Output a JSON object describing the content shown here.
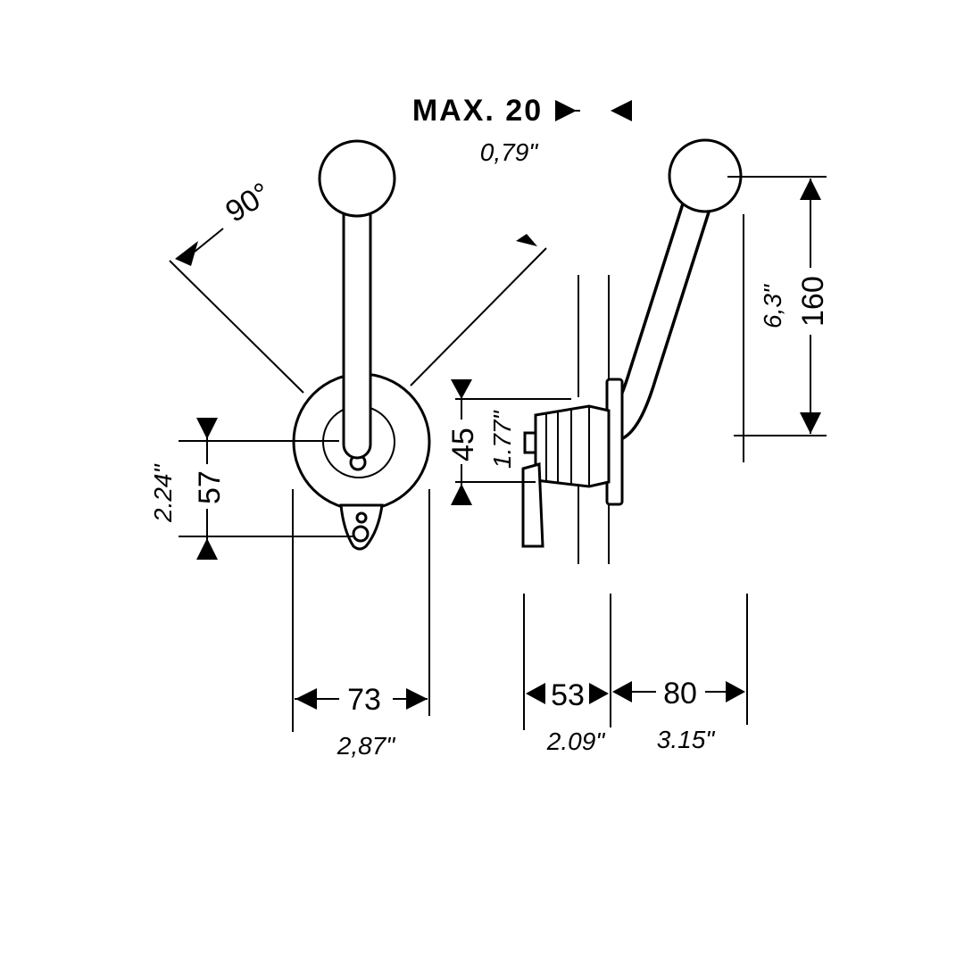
{
  "title_dim": {
    "label": "MAX. 20",
    "inch": "0,79\""
  },
  "angle": {
    "label": "90°"
  },
  "front_view": {
    "height_dim": {
      "mm": "57",
      "inch": "2.24\""
    },
    "width_dim": {
      "mm": "73",
      "inch": "2,87\""
    }
  },
  "side_view": {
    "lever_dim": {
      "mm": "160",
      "inch": "6,3\""
    },
    "flange_dim": {
      "mm": "45",
      "inch": "1.77\""
    },
    "depth_dim": {
      "mm": "53",
      "inch": "2.09\""
    },
    "reach_dim": {
      "mm": "80",
      "inch": "3.15\""
    }
  },
  "colors": {
    "line": "#000000",
    "background": "#ffffff"
  }
}
